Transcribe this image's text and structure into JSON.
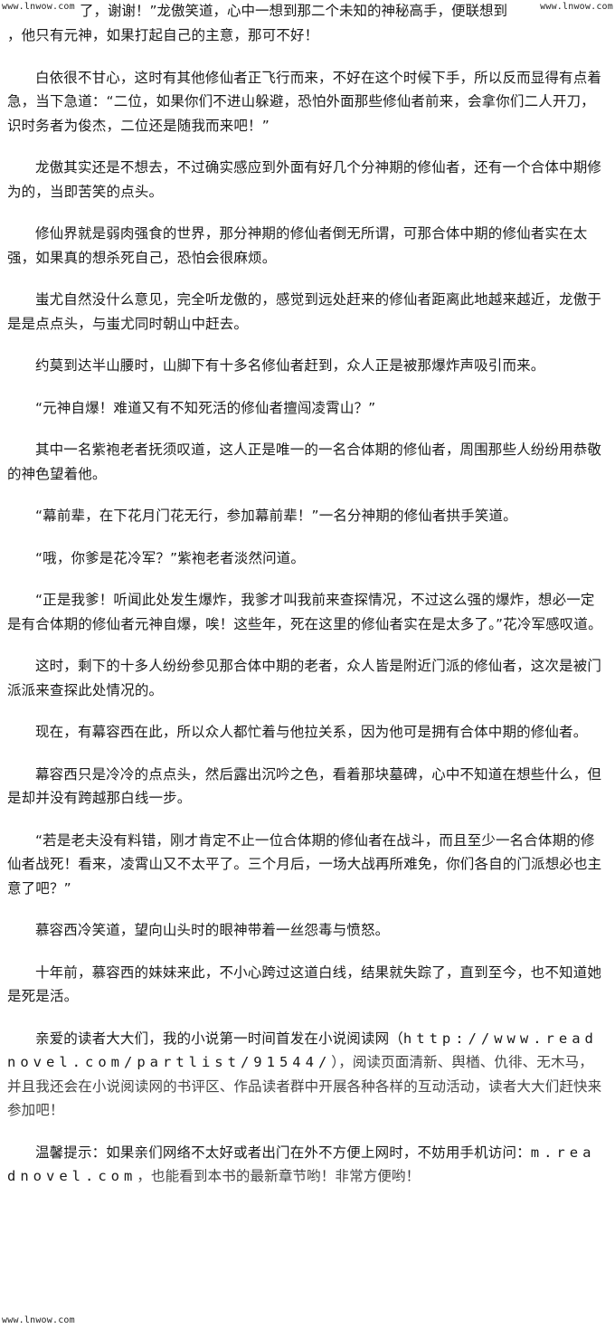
{
  "watermarks": {
    "top_left": "www.lnwow.com",
    "top_right": "www.lnwow.com",
    "bottom_left": "www.lnwow.com"
  },
  "top_line": "了，谢谢！”龙傲笑道，心中一想到那二个未知的神秘高手，便联想到",
  "paragraphs": [
    "，他只有元神，如果打起自己的主意，那可不好！",
    "白依很不甘心，这时有其他修仙者正飞行而来，不好在这个时候下手，所以反而显得有点着急，当下急道：“二位，如果你们不进山躲避，恐怕外面那些修仙者前来，会拿你们二人开刀，识时务者为俊杰，二位还是随我而来吧！”",
    "龙傲其实还是不想去，不过确实感应到外面有好几个分神期的修仙者，还有一个合体中期修为的，当即苦笑的点头。",
    "修仙界就是弱肉强食的世界，那分神期的修仙者倒无所谓，可那合体中期的修仙者实在太强，如果真的想杀死自己，恐怕会很麻烦。",
    "蚩尤自然没什么意见，完全听龙傲的，感觉到远处赶来的修仙者距离此地越来越近，龙傲于是是点点头，与蚩尤同时朝山中赶去。",
    "约莫到达半山腰时，山脚下有十多名修仙者赶到，众人正是被那爆炸声吸引而来。",
    "“元神自爆！难道又有不知死活的修仙者擅闯凌霄山？”",
    "其中一名紫袍老者抚须叹道，这人正是唯一的一名合体期的修仙者，周围那些人纷纷用恭敬的神色望着他。",
    "“幕前辈，在下花月门花无行，参加幕前辈！”一名分神期的修仙者拱手笑道。",
    "“哦，你爹是花冷军？”紫袍老者淡然问道。",
    "“正是我爹！听闻此处发生爆炸，我爹才叫我前来查探情况，不过这么强的爆炸，想必一定是有合体期的修仙者元神自爆，唉！这些年，死在这里的修仙者实在是太多了。”花冷军感叹道。",
    "这时，剩下的十多人纷纷参见那合体中期的老者，众人皆是附近门派的修仙者，这次是被门派派来查探此处情况的。",
    "现在，有幕容西在此，所以众人都忙着与他拉关系，因为他可是拥有合体中期的修仙者。",
    "幕容西只是冷冷的点点头，然后露出沉吟之色，看着那块墓碑，心中不知道在想些什么，但是却并没有跨越那白线一步。",
    "“若是老夫没有料错，刚才肯定不止一位合体期的修仙者在战斗，而且至少一名合体期的修仙者战死！看来，凌霄山又不太平了。三个月后，一场大战再所难免，你们各自的门派想必也主意了吧？”",
    "慕容西冷笑道，望向山头时的眼神带着一丝怨毒与愤怒。",
    "十年前，慕容西的妹妹来此，不小心跨过这道白线，结果就失踪了，直到至今，也不知道她是死是活。"
  ],
  "promo": {
    "part1": "亲爱的读者大大们，我的小说第一时间首发在小说阅读网（",
    "url": "http://www.readnovel.com/partlist/91544/",
    "part2": "），阅读页面清新、舆楢、仇徘、无木马，并且我还会在小说阅读网的书评区、作品读者群中开展各种各样的互动活动，读者大大们赶快来参加吧！"
  },
  "tip": {
    "part1": "温馨提示：如果亲们网络不太好或者出门在外不方便上网时，不妨用手机访问：",
    "url": "m.readnovel.com",
    "part2": "，也能看到本书的最新章节哟！非常方便哟！"
  }
}
